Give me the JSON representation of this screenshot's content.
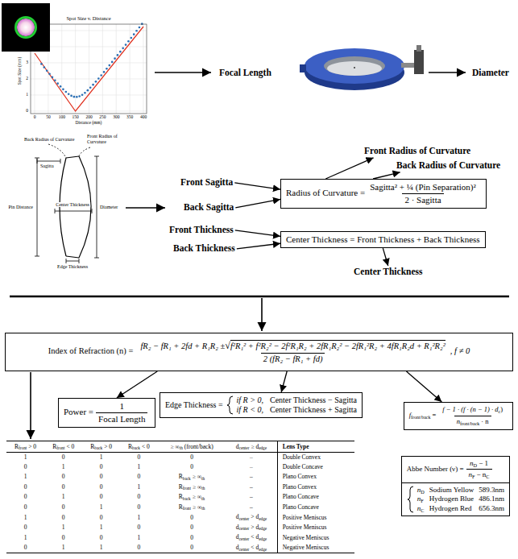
{
  "diagram": {
    "nodes": [
      {
        "text": [
          "Focal Length"
        ]
      },
      {
        "text": [
          "Diameter"
        ]
      },
      {
        "text": [
          "Front Radius of Curvature"
        ]
      },
      {
        "text": [
          "Back Radius of Curvature"
        ]
      },
      {
        "text": [
          "Front Sagitta"
        ]
      },
      {
        "text": [
          "Back Sagitta"
        ]
      },
      {
        "text": [
          "Radius of Curvature =",
          "Sagitta² + ¼ (Pin Separation)²",
          "2 · Sagitta"
        ]
      },
      {
        "text": [
          "Front Thickness"
        ]
      },
      {
        "text": [
          "Back Thickness"
        ]
      },
      {
        "text": [
          "Center Thickness = Front Thickness + Back Thickness"
        ]
      },
      {
        "text": [
          "Center Thickness"
        ]
      },
      {
        "text": [
          "Index of Refraction (n) =",
          "fR₂ − fR₁ + 2fd + R₁R₂ ±",
          "√",
          "f²R₁² + f²R₂² − 2f²R₁R₂ + 2fR₁R₂² − 2fR₁²R₂ + 4fR₁R₂d + R₁²R₂²",
          "2 (fR₂ − fR₁ + fd)",
          ", f ≠ 0"
        ]
      },
      {
        "text": [
          "Power =",
          "1",
          "Focal Length"
        ]
      },
      {
        "text": [
          "Edge Thickness =",
          "if R > 0,",
          "Center Thickness − Sagitta",
          "if R < 0,",
          "Center Thickness + Sagitta"
        ]
      },
      {
        "text": [
          "f",
          "front/back",
          "=",
          "f − 1 · (f · (n − 1) · d",
          "c",
          ")",
          "n",
          "front/back",
          "· n"
        ]
      },
      {
        "text": [
          "Abbe Number (ν) =",
          "n",
          "D",
          "− 1",
          "n",
          "F",
          "− n",
          "C",
          "n",
          "D",
          "Sodium Yellow",
          "589.3nm",
          "n",
          "F",
          "Hydrogen Blue",
          "486.1nm",
          "n",
          "C",
          "Hydrogen Red",
          "656.3nm"
        ]
      }
    ],
    "edges": [
      {
        "from": 4,
        "to": 6,
        "arrow": "to"
      },
      {
        "from": 5,
        "to": 6,
        "arrow": "to"
      },
      {
        "from": 6,
        "to": 2,
        "arrow": "to"
      },
      {
        "from": 6,
        "to": 3,
        "arrow": "to"
      },
      {
        "from": 7,
        "to": 9,
        "arrow": "to"
      },
      {
        "from": 8,
        "to": 9,
        "arrow": "to"
      },
      {
        "from": 9,
        "to": 10,
        "arrow": "to"
      },
      {
        "from": 11,
        "to": 12,
        "arrow": "to"
      },
      {
        "from": 11,
        "to": 13,
        "arrow": "to"
      },
      {
        "from": 11,
        "to": 14,
        "arrow": "to"
      }
    ],
    "labels": [
      "Spot Size v. Distance",
      "0",
      "50",
      "100",
      "150",
      "200",
      "250",
      "300",
      "350",
      "400",
      "Distance (mm)",
      "0",
      "1",
      "2",
      "3",
      "Spot Size (mm)",
      "Back Radius of Curvature",
      "Front Radius of Curvature",
      "Sagitta",
      "Pin Distance",
      "Center Thickness",
      "Diameter",
      "Edge Thickness",
      "R",
      "front",
      "> 0",
      "R",
      "front",
      "< 0",
      "R",
      "back",
      "> 0",
      "R",
      "back",
      "< 0",
      "≥ ∞",
      "th",
      "(front/back)",
      "d",
      "center",
      "≥ d",
      "edge",
      "Lens Type",
      "1",
      "0",
      "1",
      "0",
      "0",
      "–",
      "Double Convex",
      "0",
      "1",
      "0",
      "1",
      "0",
      "–",
      "Double Concave",
      "1",
      "0",
      "0",
      "0",
      "R",
      "back",
      "≥ ∞",
      "th",
      "–",
      "Plano Convex",
      "0",
      "0",
      "0",
      "1",
      "R",
      "front",
      "≥ ∞",
      "th",
      "–",
      "Plano Convex",
      "0",
      "1",
      "0",
      "0",
      "R",
      "back",
      "≥ ∞",
      "th",
      "–",
      "Plano Concave",
      "0",
      "0",
      "1",
      "0",
      "R",
      "front",
      "≥ ∞",
      "th",
      "–",
      "Plano Concave",
      "1",
      "0",
      "0",
      "1",
      "0",
      "d",
      "center",
      "> d",
      "edge",
      "Positive Meniscus",
      "0",
      "1",
      "1",
      "0",
      "0",
      "d",
      "center",
      "> d",
      "edge",
      "Positive Meniscus",
      "1",
      "0",
      "0",
      "1",
      "0",
      "d",
      "center",
      "< d",
      "edge",
      "Negative Meniscus",
      "0",
      "1",
      "1",
      "0",
      "0",
      "d",
      "center",
      "< d",
      "edge",
      "Negative Meniscus"
    ]
  }
}
